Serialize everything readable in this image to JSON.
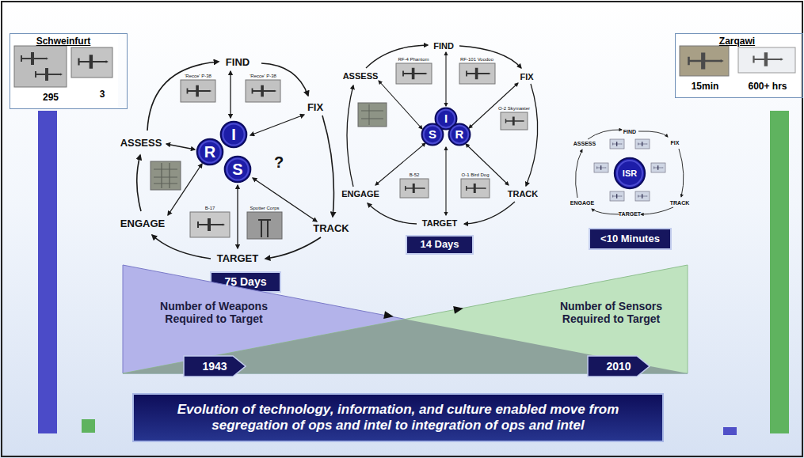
{
  "diagram": {
    "nodes": [
      {
        "text": [
          "Schweinfurt",
          "295",
          "3"
        ]
      },
      {
        "text": [
          "I"
        ]
      },
      {
        "text": [
          "R"
        ]
      },
      {
        "text": [
          "S"
        ]
      },
      {
        "text": [
          "I"
        ]
      },
      {
        "text": [
          "S"
        ]
      },
      {
        "text": [
          "R"
        ]
      },
      {
        "text": [
          "ISR"
        ]
      },
      {
        "text": [
          "Zarqawi",
          "15min",
          "600+ hrs"
        ]
      },
      {
        "text": [
          "75 Days"
        ]
      },
      {
        "text": [
          "14 Days"
        ]
      },
      {
        "text": [
          "<10 Minutes"
        ]
      },
      {
        "text": [
          "Number of Weapons Required to Target"
        ]
      },
      {
        "text": [
          "Number of Sensors Required to Target"
        ]
      },
      {
        "text": [
          "1943"
        ],
        "in": 12
      },
      {
        "text": [
          "2010"
        ],
        "in": 13
      },
      {
        "text": [
          "Evolution of technology, information, and culture enabled move from segregation of ops and intel to integration of ops and intel"
        ]
      }
    ],
    "labels": [
      "FIND",
      "FIX",
      "TRACK",
      "TARGET",
      "ENGAGE",
      "ASSESS",
      "?",
      "'Recce' P-38",
      "'Recce' P-38",
      "B-17",
      "Spotter Corps",
      "FIND",
      "FIX",
      "TRACK",
      "TARGET",
      "ENGAGE",
      "ASSESS",
      "RF-4 Phantom",
      "RF-101 Voodoo",
      "O-2 Skymaster",
      "O-1 Bird Dog",
      "B-52",
      "FIND",
      "FIX",
      "TRACK",
      "TARGET",
      "ENGAGE",
      "ASSESS"
    ]
  }
}
